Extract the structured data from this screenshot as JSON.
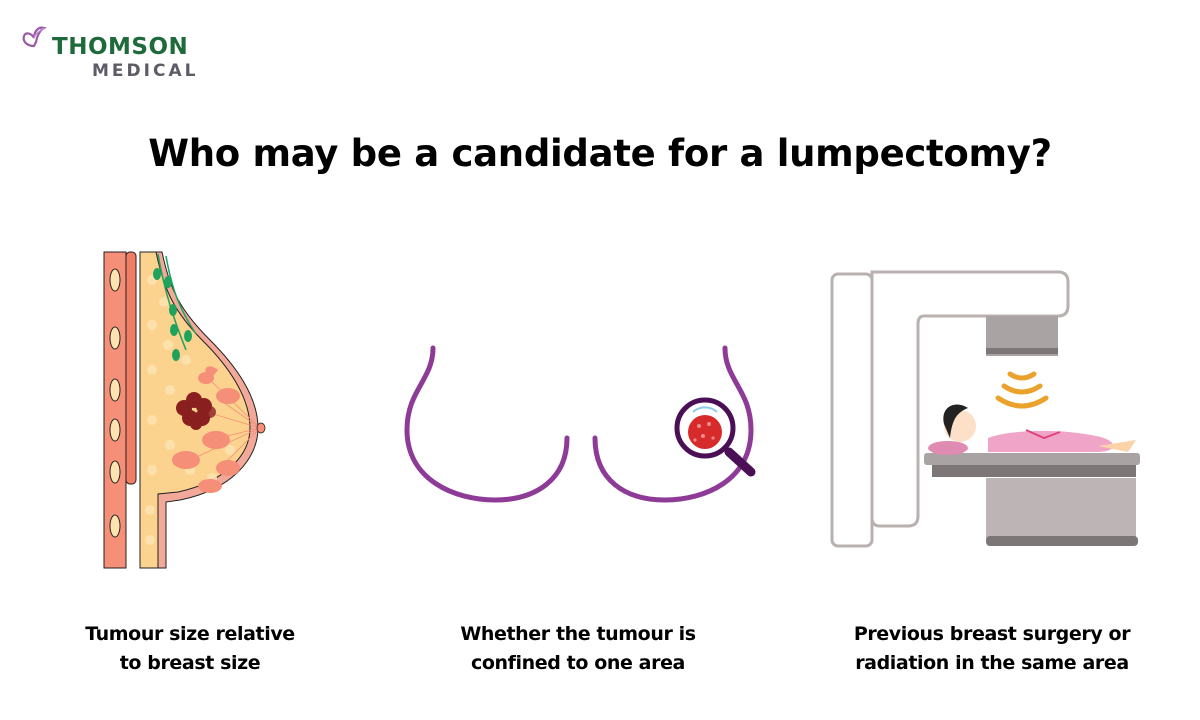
{
  "brand": {
    "name_line1": "THOMSON",
    "name_line2": "MEDICAL",
    "primary_color": "#1f6a3a",
    "secondary_color": "#5c5c66",
    "accent_color": "#8e3a97"
  },
  "title": "Who may be a candidate for a lumpectomy?",
  "criteria": [
    {
      "icon": "breast-anatomy-tumour-icon",
      "caption_line1": "Tumour size relative",
      "caption_line2": "to breast size"
    },
    {
      "icon": "breast-magnifier-icon",
      "caption_line1": "Whether the tumour is",
      "caption_line2": "confined to one area"
    },
    {
      "icon": "radiation-therapy-machine-icon",
      "caption_line1": "Previous breast surgery or",
      "caption_line2": "radiation in the same area"
    }
  ]
}
